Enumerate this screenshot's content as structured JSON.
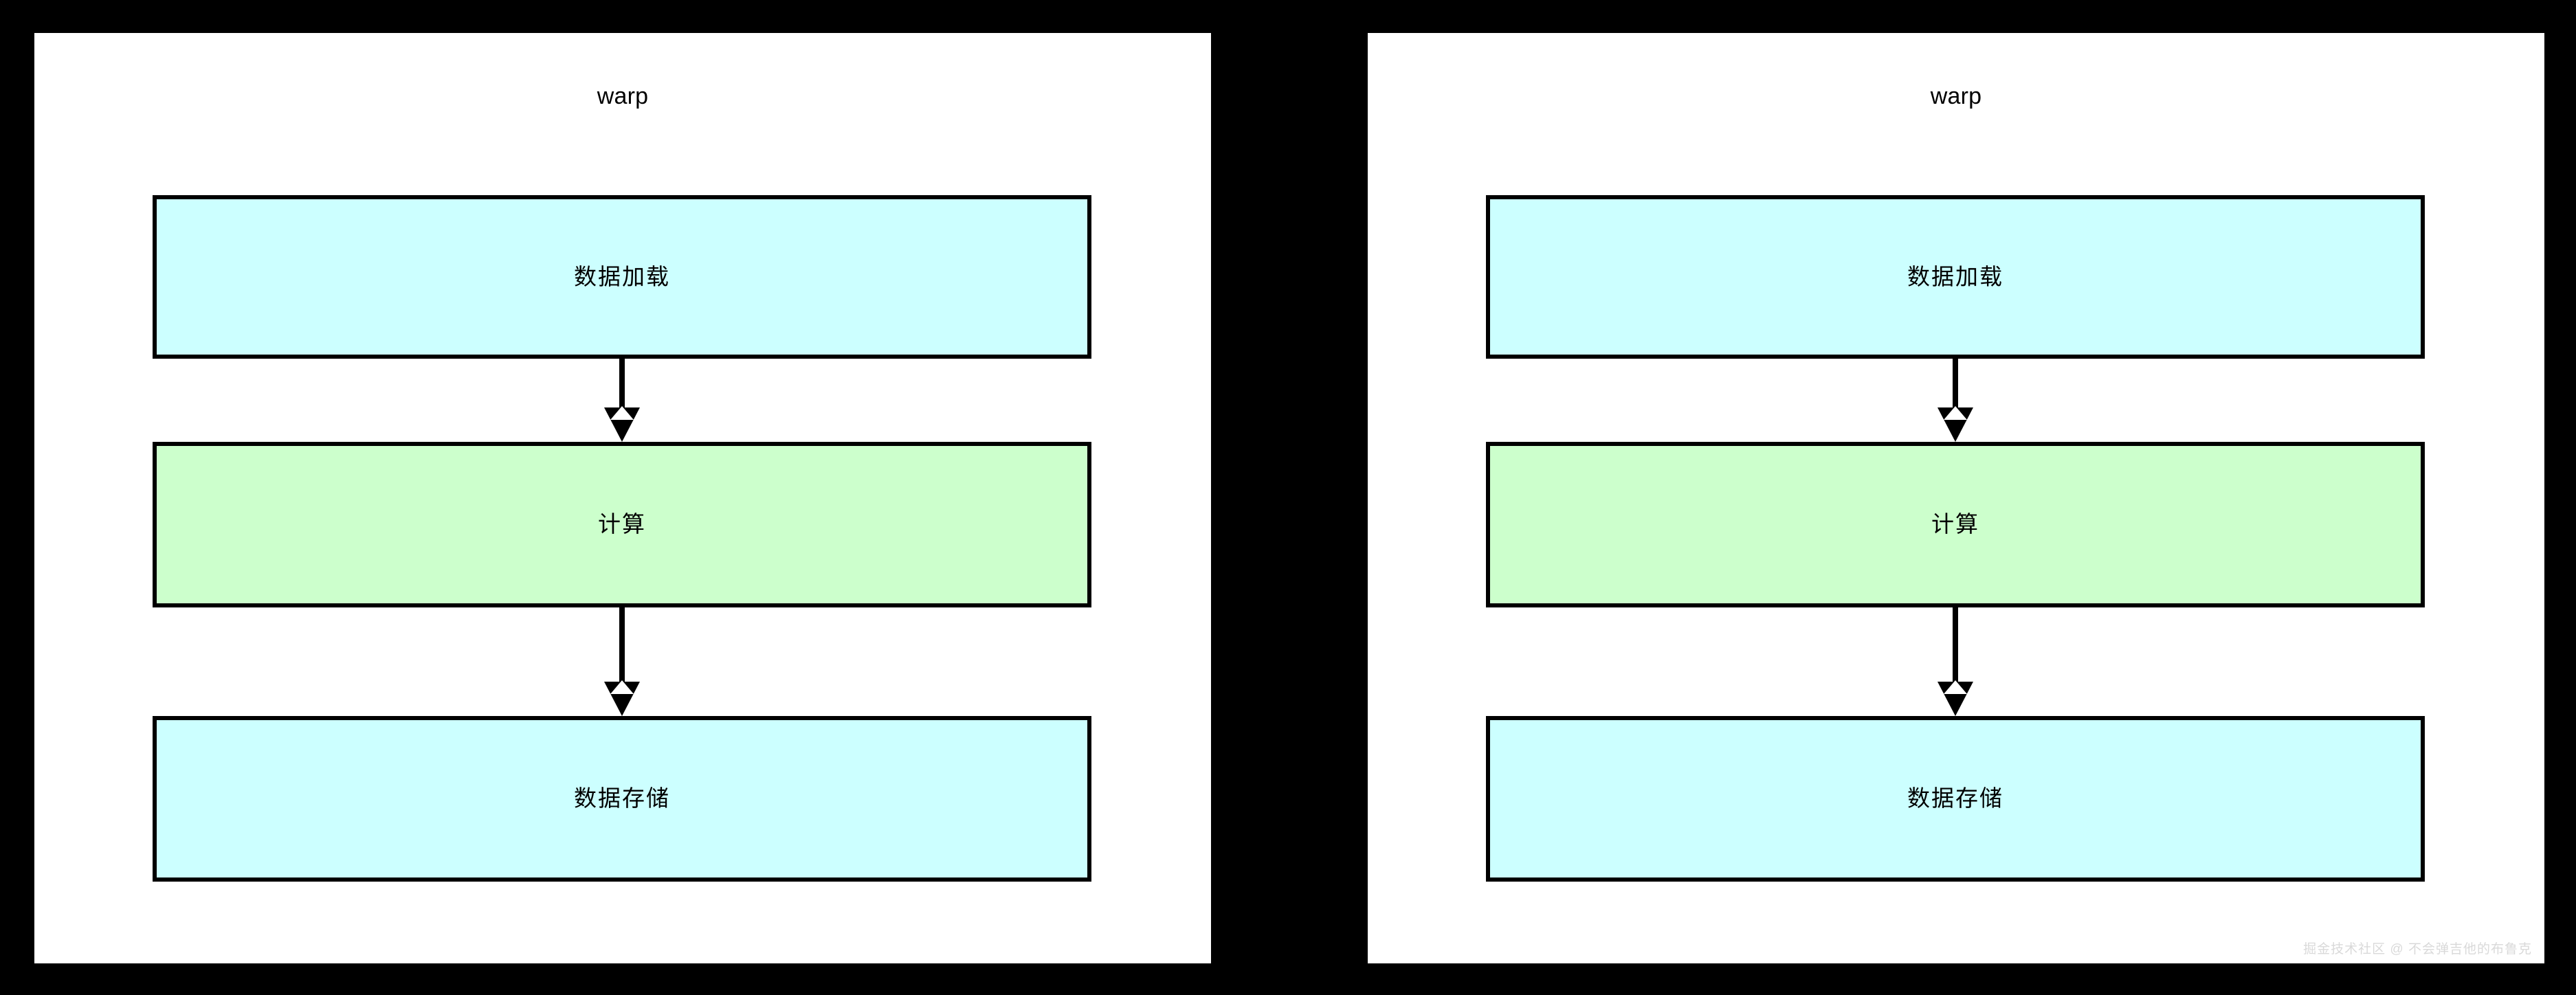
{
  "figure": {
    "background_color": "#000000",
    "panel_background": "#ffffff",
    "stroke_color": "#000000",
    "load_fill": "#ccffff",
    "compute_fill": "#ccffcc",
    "store_fill": "#ccffff"
  },
  "panels": [
    {
      "title": "warp",
      "stages": [
        {
          "label": "数据加载",
          "kind": "load"
        },
        {
          "label": "计算",
          "kind": "compute"
        },
        {
          "label": "数据存储",
          "kind": "store"
        }
      ]
    },
    {
      "title": "warp",
      "stages": [
        {
          "label": "数据加载",
          "kind": "load"
        },
        {
          "label": "计算",
          "kind": "compute"
        },
        {
          "label": "数据存储",
          "kind": "store"
        }
      ]
    }
  ],
  "watermark": {
    "text": "掘金技术社区 @ 不会弹吉他的布鲁克"
  }
}
